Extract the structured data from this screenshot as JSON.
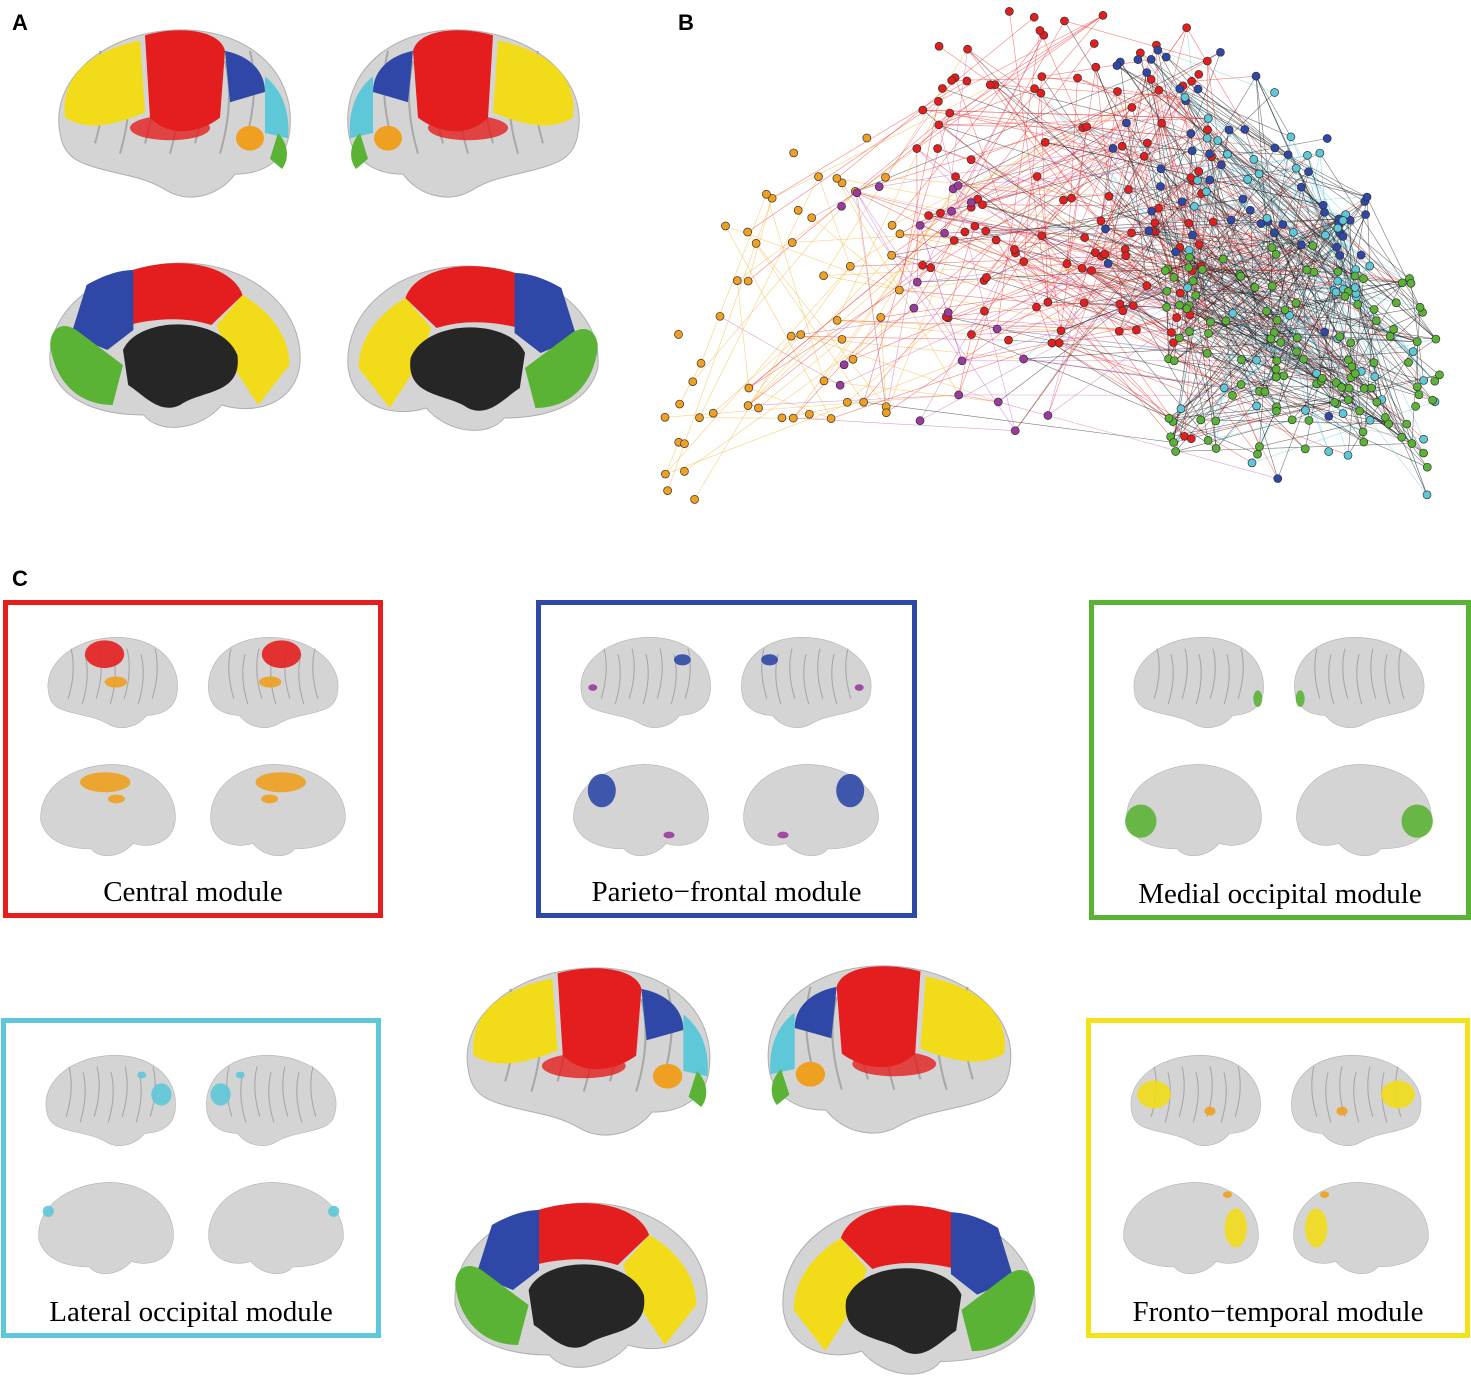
{
  "panels": {
    "a": "A",
    "b": "B",
    "c": "C"
  },
  "colors": {
    "red": "#e41e1e",
    "blue": "#2f48a8",
    "green": "#5bb336",
    "cyan": "#5ec8d8",
    "yellow": "#f2dc1a",
    "orange": "#f0a020",
    "purple": "#9a3aa0",
    "grey": "#d8d8d8",
    "dark": "#262626"
  },
  "modules": [
    {
      "name": "Central module",
      "color": "#e41e1e"
    },
    {
      "name": "Parieto−frontal module",
      "color": "#2f48a8"
    },
    {
      "name": "Medial occipital module",
      "color": "#5bb336"
    },
    {
      "name": "Lateral occipital module",
      "color": "#5ec8d8"
    },
    {
      "name": "Fronto−temporal module",
      "color": "#f2e21a"
    }
  ]
}
